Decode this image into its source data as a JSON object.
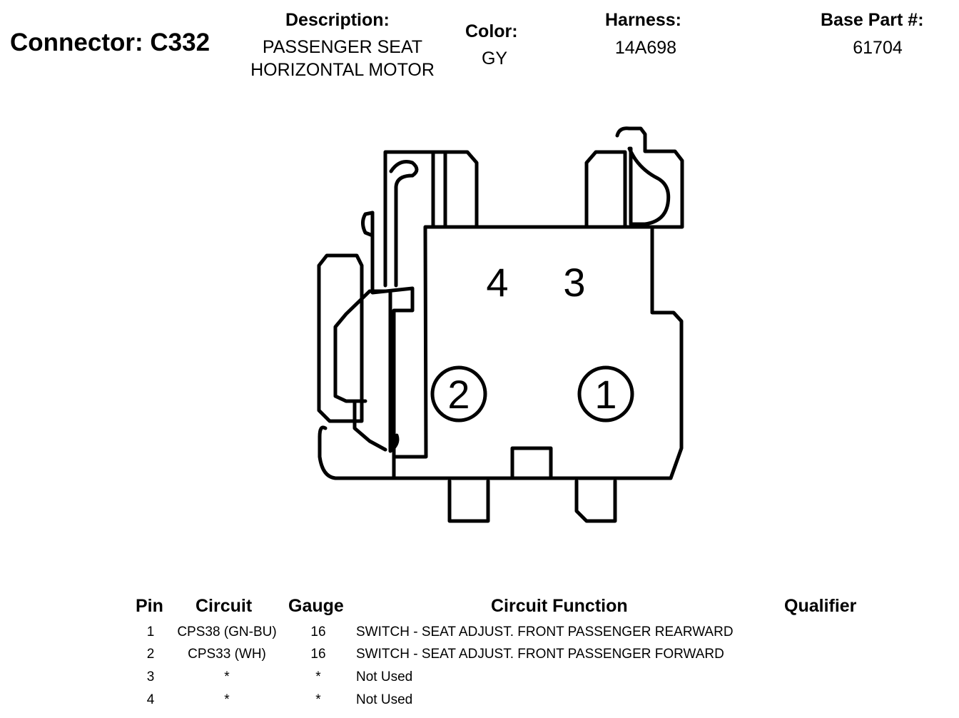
{
  "header": {
    "connector_title": "Connector: C332",
    "description_label": "Description:",
    "description_line1": "PASSENGER SEAT",
    "description_line2": "HORIZONTAL MOTOR",
    "color_label": "Color:",
    "color_value": "GY",
    "harness_label": "Harness:",
    "harness_value": "14A698",
    "base_part_label": "Base Part #:",
    "base_part_value": "61704"
  },
  "diagram": {
    "cavity_labels": [
      "4",
      "3",
      "2",
      "1"
    ]
  },
  "table": {
    "headers": {
      "pin": "Pin",
      "circuit": "Circuit",
      "gauge": "Gauge",
      "function": "Circuit Function",
      "qualifier": "Qualifier"
    },
    "rows": [
      {
        "pin": "1",
        "circuit": "CPS38 (GN-BU)",
        "gauge": "16",
        "function": "SWITCH - SEAT ADJUST. FRONT PASSENGER REARWARD",
        "qualifier": ""
      },
      {
        "pin": "2",
        "circuit": "CPS33 (WH)",
        "gauge": "16",
        "function": "SWITCH - SEAT ADJUST. FRONT PASSENGER FORWARD",
        "qualifier": ""
      },
      {
        "pin": "3",
        "circuit": "*",
        "gauge": "*",
        "function": "Not Used",
        "qualifier": ""
      },
      {
        "pin": "4",
        "circuit": "*",
        "gauge": "*",
        "function": "Not Used",
        "qualifier": ""
      }
    ]
  }
}
